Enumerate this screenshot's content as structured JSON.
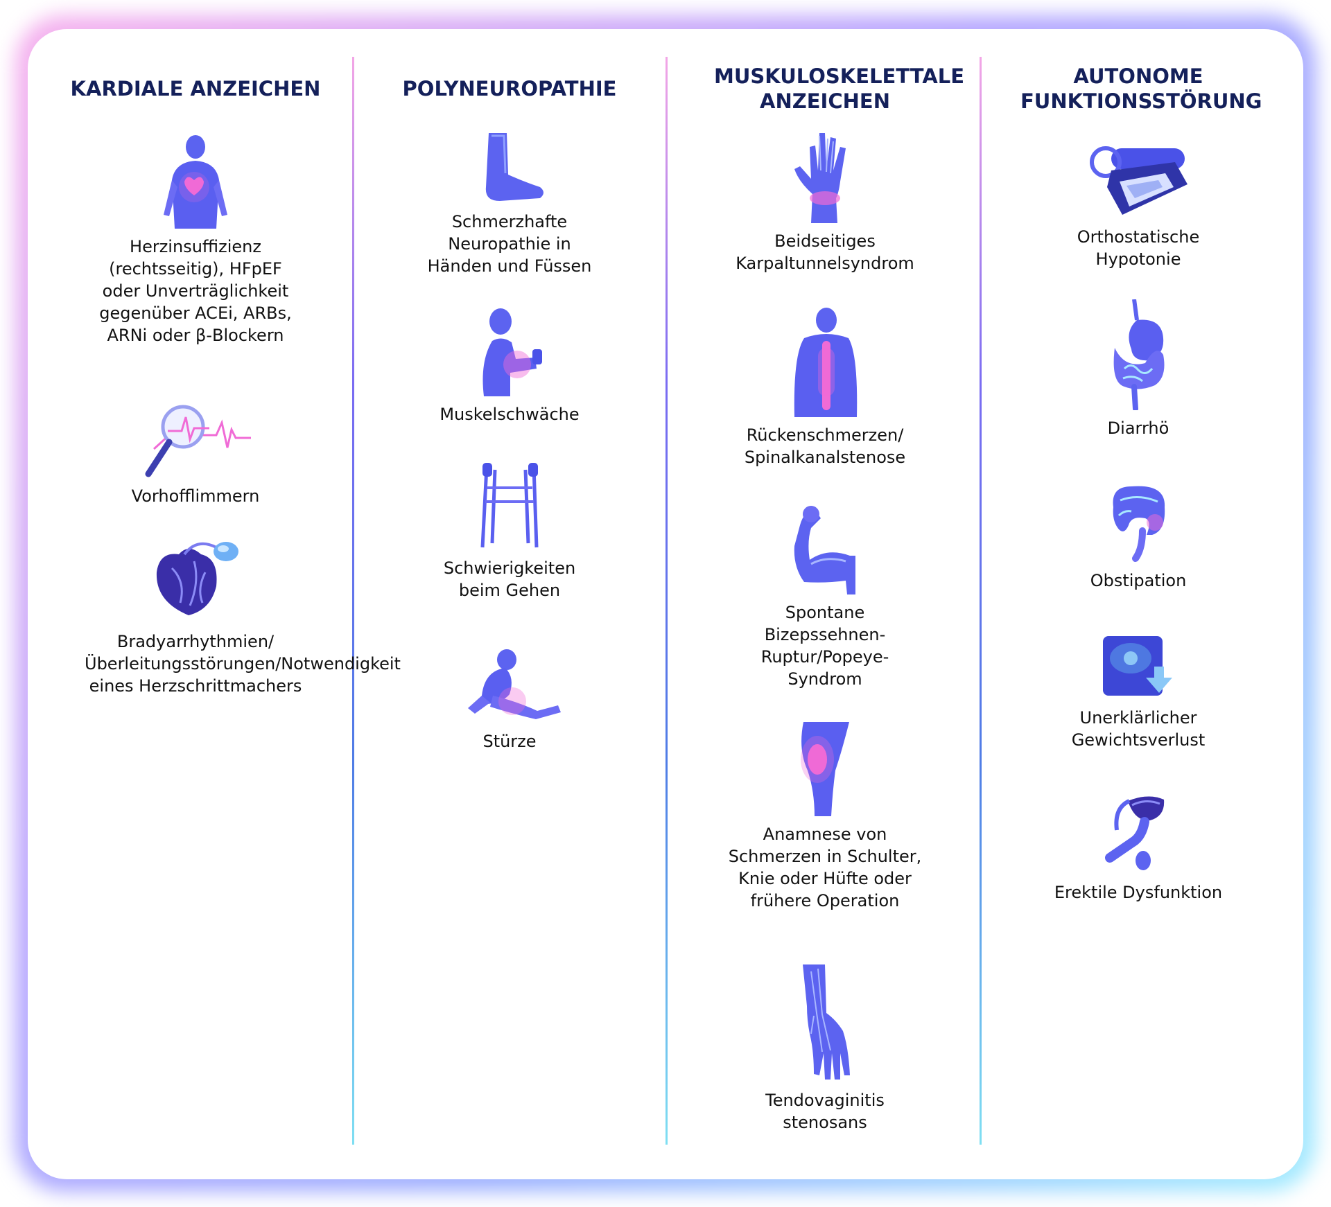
{
  "colors": {
    "heading": "#14205a",
    "text": "#111111",
    "icon_blue": "#4a52e8",
    "icon_violet": "#7b5cf5",
    "icon_pink": "#f06bd6",
    "icon_cyan": "#6fd5f5"
  },
  "columns": [
    {
      "title": "KARDIALE ANZEICHEN",
      "items": [
        {
          "label": "Herzinsuffizienz (rechtsseitig), HFpEF oder Unverträglichkeit gegenüber ACEi, ARBs, ARNi oder β-Blockern",
          "icon": "torso-heart-icon"
        },
        {
          "label": "Vorhofflimmern",
          "icon": "magnifier-ecg-icon"
        },
        {
          "label": "Bradyarrhythmien/ Überleitungsstörungen/Notwendigkeit eines Herzschrittmachers",
          "icon": "heart-pacemaker-icon"
        }
      ]
    },
    {
      "title": "POLYNEUROPATHIE",
      "items": [
        {
          "label": "Schmerzhafte Neuropathie in Händen und Füssen",
          "icon": "foot-icon"
        },
        {
          "label": "Muskelschwäche",
          "icon": "arm-weakness-icon"
        },
        {
          "label": "Schwierigkeiten beim Gehen",
          "icon": "walker-icon"
        },
        {
          "label": "Stürze",
          "icon": "fallen-person-icon"
        }
      ]
    },
    {
      "title": "MUSKULOSKELETTALE ANZEICHEN",
      "items": [
        {
          "label": "Beidseitiges Karpaltunnelsyndrom",
          "icon": "hand-wrist-icon"
        },
        {
          "label": "Rückenschmerzen/ Spinalkanalstenose",
          "icon": "back-spine-icon"
        },
        {
          "label": "Spontane Bizepssehnen-Ruptur/Popeye-Syndrom",
          "icon": "biceps-icon"
        },
        {
          "label": "Anamnese von Schmerzen in Schulter, Knie oder Hüfte oder frühere Operation",
          "icon": "knee-icon"
        },
        {
          "label": "Tendovaginitis stenosans",
          "icon": "hand-tendon-icon"
        }
      ]
    },
    {
      "title": "AUTONOME FUNKTIONSSTÖRUNG",
      "items": [
        {
          "label": "Orthostatische Hypotonie",
          "icon": "blood-pressure-monitor-icon"
        },
        {
          "label": "Diarrhö",
          "icon": "digestive-tract-icon"
        },
        {
          "label": "Obstipation",
          "icon": "colon-icon"
        },
        {
          "label": "Unerklärlicher Gewichtsverlust",
          "icon": "scale-weight-loss-icon"
        },
        {
          "label": "Erektile Dysfunktion",
          "icon": "male-reproductive-icon"
        }
      ]
    }
  ]
}
